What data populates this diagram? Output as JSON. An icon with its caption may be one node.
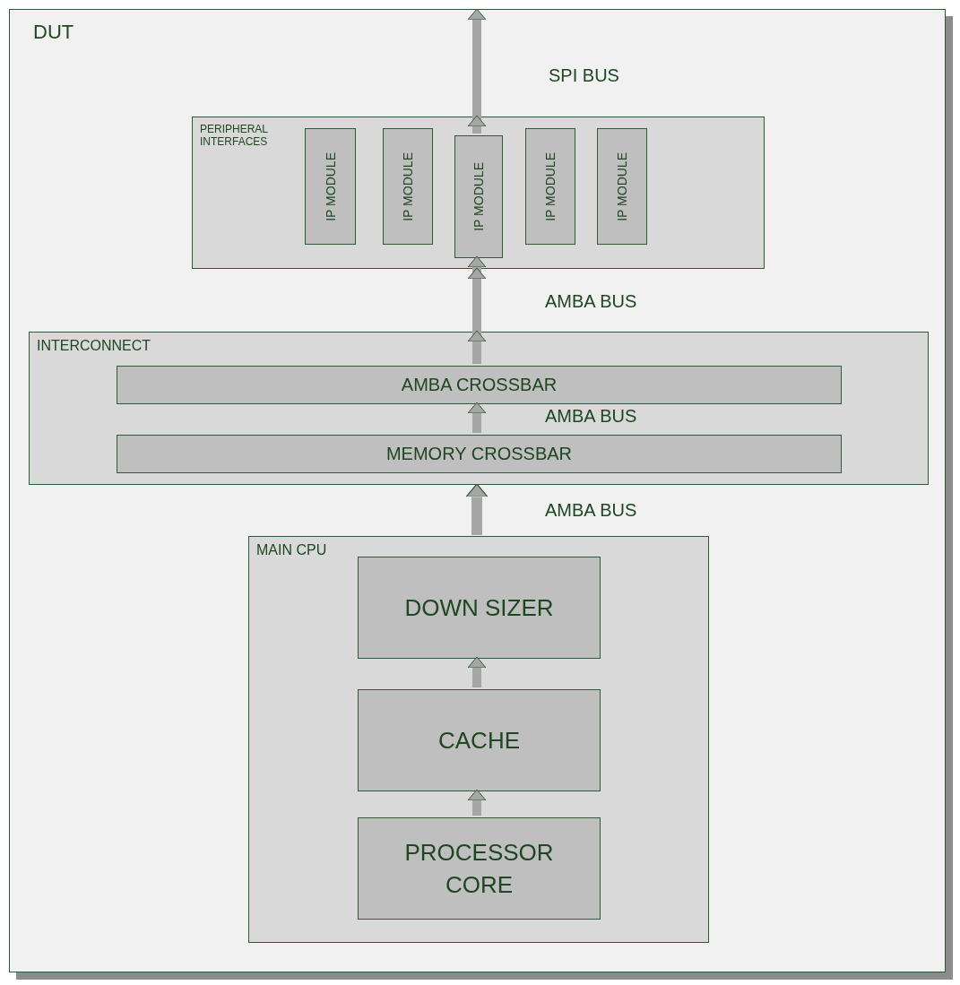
{
  "diagram": {
    "nodes": [
      {
        "text": [
          "DUT"
        ]
      },
      {
        "text": [
          "PERIPHERAL INTERFACES"
        ],
        "in": 0
      },
      {
        "text": [
          "IP MODULE"
        ],
        "in": 1
      },
      {
        "text": [
          "IP MODULE"
        ],
        "in": 1
      },
      {
        "text": [
          "IP MODULE"
        ],
        "in": 1
      },
      {
        "text": [
          "IP MODULE"
        ],
        "in": 1
      },
      {
        "text": [
          "IP MODULE"
        ],
        "in": 1
      },
      {
        "text": [
          "INTERCONNECT"
        ],
        "in": 0
      },
      {
        "text": [
          "AMBA CROSSBAR"
        ],
        "in": 7
      },
      {
        "text": [
          "MEMORY CROSSBAR"
        ],
        "in": 7
      },
      {
        "text": [
          "MAIN CPU"
        ],
        "in": 0
      },
      {
        "text": [
          "DOWN SIZER"
        ],
        "in": 10
      },
      {
        "text": [
          "CACHE"
        ],
        "in": 10
      },
      {
        "text": [
          "PROCESSOR CORE"
        ],
        "in": 10
      }
    ],
    "edges": [
      {
        "from": 13,
        "to": 12,
        "arrow": "to"
      },
      {
        "from": 12,
        "to": 11,
        "arrow": "to"
      },
      {
        "from": 10,
        "to": 7,
        "arrow": "to",
        "label": "AMBA BUS"
      },
      {
        "from": 9,
        "to": 8,
        "arrow": "to",
        "label": "AMBA BUS"
      },
      {
        "from": 8,
        "to": 4,
        "arrow": "to",
        "label": "AMBA BUS"
      },
      {
        "from": 4,
        "to": null,
        "arrow": "to",
        "label": "SPI BUS"
      }
    ]
  }
}
